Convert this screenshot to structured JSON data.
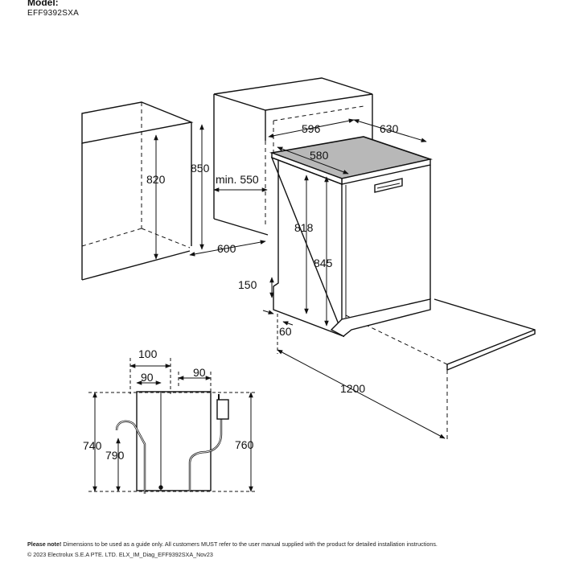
{
  "header": {
    "model_label": "Model:",
    "model_number": "EFF9392SXA"
  },
  "dimensions": {
    "top_596": "596",
    "top_630": "630",
    "top_580": "580",
    "cab_820": "820",
    "cab_850": "850",
    "min_550": "min. 550",
    "cab_600": "600",
    "h_818": "818",
    "h_845": "845",
    "kick_150": "150",
    "kick_60": "60",
    "door_1200": "1200",
    "side_100": "100",
    "side_90a": "90",
    "side_90b": "90",
    "side_740": "740",
    "side_790": "790",
    "side_760": "760"
  },
  "footer": {
    "note_bold": "Please note!",
    "note_text": " Dimensions to be used as a guide only. All customers MUST refer to the user manual supplied with the product for detailed installation instructions.",
    "copyright": "© 2023 Electrolux S.E.A PTE. LTD. ELX_IM_Diag_EFF9392SXA_Nov23"
  },
  "colors": {
    "line": "#111111",
    "top_panel": "#b8b8b8"
  }
}
